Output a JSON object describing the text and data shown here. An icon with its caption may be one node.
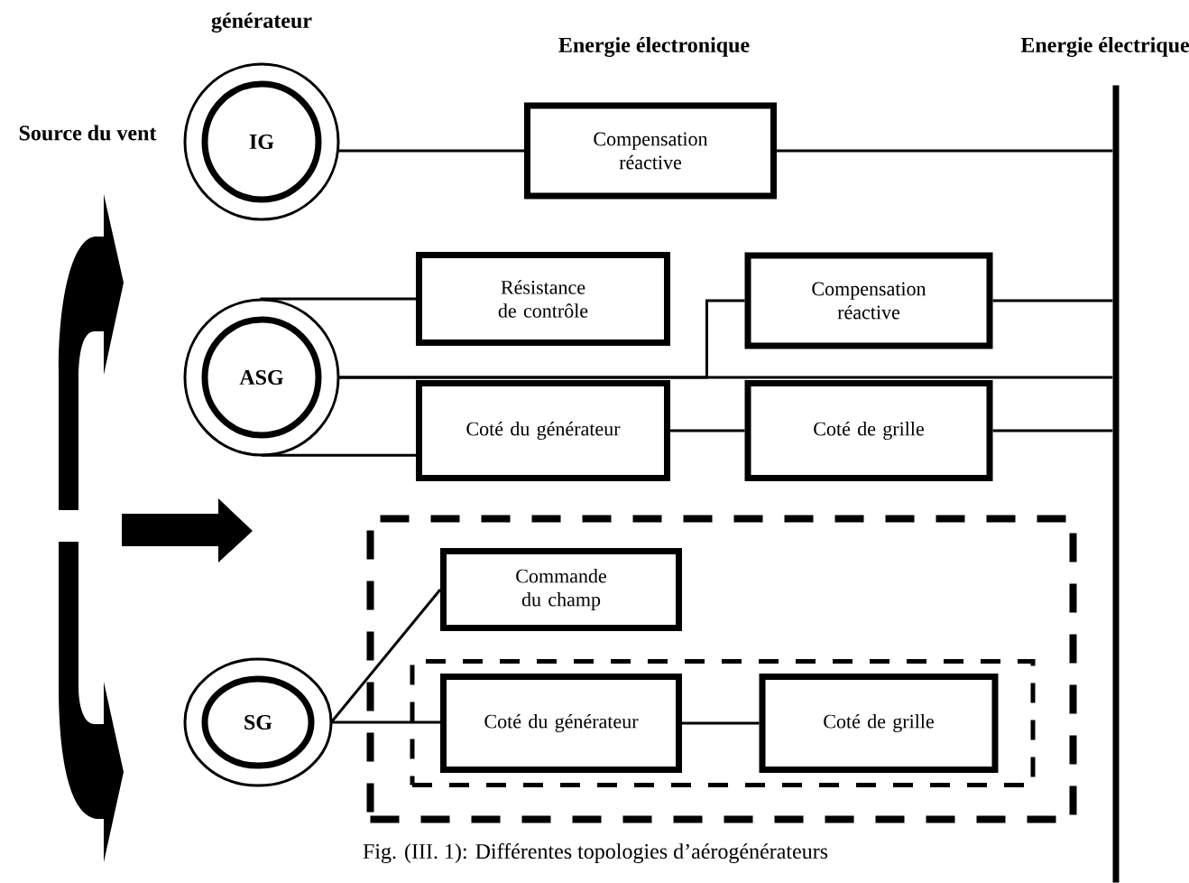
{
  "diagram": {
    "caption": "Fig. (III. 1): Différentes topologies d’aérogénérateurs",
    "nodes": [
      {
        "text": [
          "IG"
        ]
      },
      {
        "text": [
          "Compensation réactive"
        ]
      },
      {
        "text": [],
        "shape": "bar"
      },
      {
        "text": [
          "ASG"
        ]
      },
      {
        "text": [
          "Résistance de contrôle"
        ]
      },
      {
        "text": [
          "Compensation réactive"
        ]
      },
      {
        "text": [
          "Coté du générateur"
        ]
      },
      {
        "text": [
          "Coté de grille"
        ]
      },
      {
        "text": [],
        "shape": "box"
      },
      {
        "text": [
          "Commande du champ"
        ],
        "in": 8
      },
      {
        "text": [],
        "shape": "box",
        "in": 8
      },
      {
        "text": [
          "Coté du générateur"
        ],
        "in": 10
      },
      {
        "text": [
          "Coté de grille"
        ],
        "in": 10
      },
      {
        "text": [
          "SG"
        ]
      }
    ],
    "edges": [
      {
        "from": 0,
        "to": 1,
        "arrow": "none"
      },
      {
        "from": 1,
        "to": 2,
        "arrow": "none"
      },
      {
        "from": 3,
        "to": 4,
        "arrow": "none"
      },
      {
        "from": 3,
        "to": 2,
        "arrow": "none"
      },
      {
        "from": 3,
        "to": 5,
        "arrow": "none"
      },
      {
        "from": 5,
        "to": 2,
        "arrow": "none"
      },
      {
        "from": 3,
        "to": 6,
        "arrow": "none"
      },
      {
        "from": 6,
        "to": 7,
        "arrow": "none"
      },
      {
        "from": 7,
        "to": 2,
        "arrow": "none"
      },
      {
        "from": 13,
        "to": 9,
        "arrow": "none"
      },
      {
        "from": 13,
        "to": 11,
        "arrow": "none"
      },
      {
        "from": 11,
        "to": 12,
        "arrow": "none"
      }
    ],
    "labels": [
      "générateur",
      "Energie électronique",
      "Energie électrique",
      "Source du vent"
    ]
  }
}
